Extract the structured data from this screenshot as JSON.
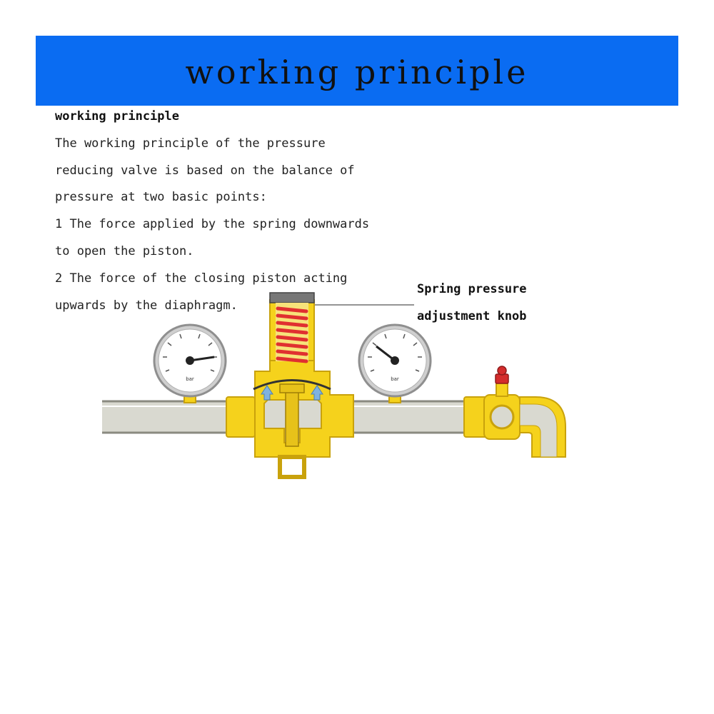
{
  "banner": {
    "title": "working principle"
  },
  "text": {
    "heading": "working principle",
    "lines": [
      "The working principle of the pressure",
      "reducing valve is based on the balance of",
      "pressure at two basic points:",
      "1 The force applied by the spring downwards",
      "to open the piston.",
      "2 The force of the closing piston acting",
      "upwards by the diaphragm."
    ]
  },
  "callout": {
    "lines": [
      "Spring pressure",
      "adjustment knob"
    ]
  },
  "gauges": {
    "unit_label": "bar"
  },
  "colors": {
    "banner": "#0a6cf2",
    "brass": "#f5d21c",
    "brass_outline": "#c9a20c",
    "spring": "#e03030",
    "pipe": "#d9d9d0",
    "arrow": "#7fb2df",
    "valve_cap": "#d42c2c"
  }
}
